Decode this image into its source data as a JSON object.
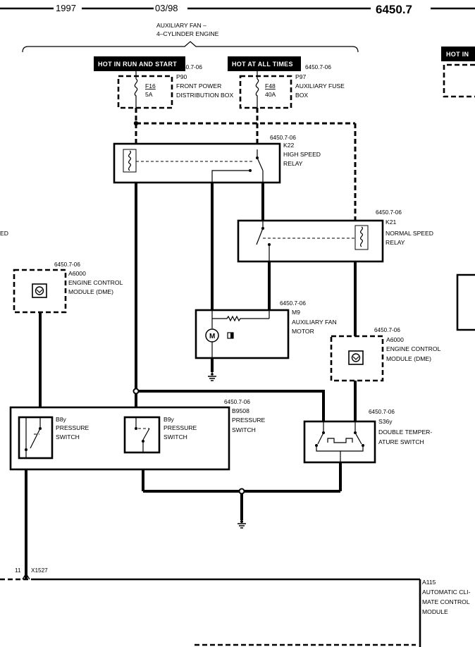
{
  "header": {
    "year": "1997",
    "date": "03/98",
    "page_number": "6450.7"
  },
  "title": {
    "line1": "AUXILIARY FAN –",
    "line2": "4–CYLINDER ENGINE"
  },
  "badges": {
    "run_start": "HOT IN RUN AND START",
    "at_all_times": "HOT AT ALL TIMES",
    "right_partial": "HOT IN"
  },
  "components": {
    "p90": {
      "ref": "6450.7-06",
      "code": "P90",
      "line1": "FRONT POWER",
      "line2": "DISTRIBUTION BOX",
      "fuse": "F16",
      "rating": "5A"
    },
    "p97": {
      "ref": "6450.7-06",
      "code": "P97",
      "line1": "AUXILIARY FUSE",
      "line2": "BOX",
      "fuse": "F48",
      "rating": "40A"
    },
    "k22": {
      "ref": "6450.7-06",
      "code": "K22",
      "line1": "HIGH SPEED",
      "line2": "RELAY"
    },
    "k21": {
      "ref": "6450.7-06",
      "code": "K21",
      "line1": "NORMAL SPEED",
      "line2": "RELAY"
    },
    "a6000_left": {
      "ref": "6450.7-06",
      "code": "A6000",
      "line1": "ENGINE CONTROL",
      "line2": "MODULE (DME)"
    },
    "a6000_right": {
      "ref": "6450.7-06",
      "code": "A6000",
      "line1": "ENGINE CONTROL",
      "line2": "MODULE (DME)"
    },
    "m9": {
      "ref": "6450.7-06",
      "code": "M9",
      "line1": "AUXILIARY FAN",
      "line2": "MOTOR"
    },
    "b9508": {
      "ref": "6450.7-06",
      "code": "B9508",
      "line1": "PRESSURE",
      "line2": "SWITCH"
    },
    "b8y": {
      "code": "B8y",
      "line1": "PRESSURE",
      "line2": "SWITCH"
    },
    "b9y": {
      "code": "B9y",
      "line1": "PRESSURE",
      "line2": "SWITCH"
    },
    "s36y": {
      "ref": "6450.7-06",
      "code": "S36y",
      "line1": "DOUBLE TEMPER-",
      "line2": "ATURE SWITCH"
    },
    "a115": {
      "code": "A115",
      "line1": "AUTOMATIC CLI-",
      "line2": "MATE CONTROL",
      "line3": "MODULE"
    }
  },
  "connector": {
    "pin": "11",
    "code": "X1527"
  },
  "left_edge_fragment": "ED"
}
